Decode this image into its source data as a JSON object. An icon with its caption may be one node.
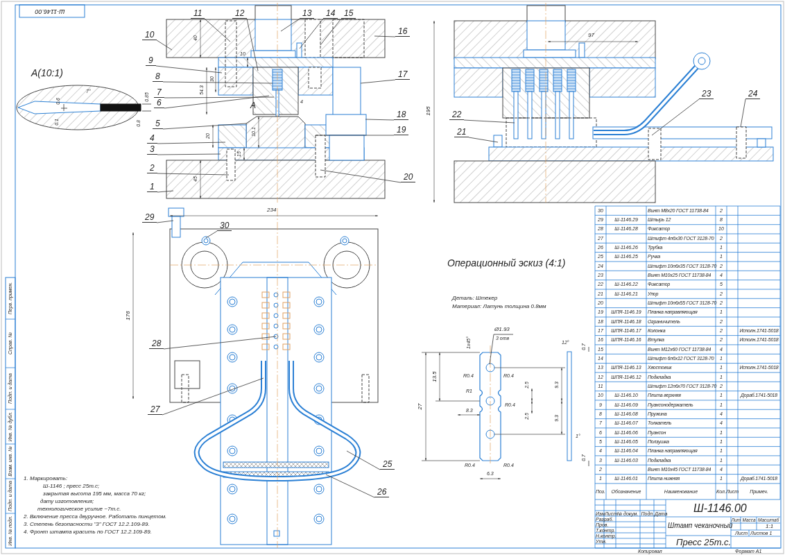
{
  "diagram": {
    "nodes": [
      {
        "text": [
          "1"
        ]
      },
      {
        "text": [
          "2"
        ]
      },
      {
        "text": [
          "3"
        ]
      },
      {
        "text": [
          "4"
        ]
      },
      {
        "text": [
          "5"
        ]
      },
      {
        "text": [
          "6"
        ]
      },
      {
        "text": [
          "7"
        ]
      },
      {
        "text": [
          "8"
        ]
      },
      {
        "text": [
          "9"
        ]
      },
      {
        "text": [
          "10"
        ]
      },
      {
        "text": [
          "11"
        ]
      },
      {
        "text": [
          "12"
        ]
      },
      {
        "text": [
          "13"
        ]
      },
      {
        "text": [
          "14"
        ]
      },
      {
        "text": [
          "15"
        ]
      },
      {
        "text": [
          "16"
        ]
      },
      {
        "text": [
          "17"
        ]
      },
      {
        "text": [
          "18"
        ]
      },
      {
        "text": [
          "19"
        ]
      },
      {
        "text": [
          "20"
        ]
      },
      {
        "text": [
          "21"
        ]
      },
      {
        "text": [
          "22"
        ]
      },
      {
        "text": [
          "23"
        ]
      },
      {
        "text": [
          "24"
        ]
      },
      {
        "text": [
          "25"
        ]
      },
      {
        "text": [
          "26"
        ]
      },
      {
        "text": [
          "27"
        ]
      },
      {
        "text": [
          "28"
        ]
      },
      {
        "text": [
          "29"
        ]
      },
      {
        "text": [
          "30"
        ]
      }
    ],
    "edges": [
      {
        "from": 0,
        "to": null,
        "arrow": "none"
      },
      {
        "from": 1,
        "to": null,
        "arrow": "none"
      },
      {
        "from": 2,
        "to": null,
        "arrow": "none"
      },
      {
        "from": 3,
        "to": null,
        "arrow": "none"
      },
      {
        "from": 4,
        "to": null,
        "arrow": "none"
      },
      {
        "from": 5,
        "to": null,
        "arrow": "none"
      },
      {
        "from": 6,
        "to": null,
        "arrow": "none"
      },
      {
        "from": 7,
        "to": null,
        "arrow": "none"
      },
      {
        "from": 8,
        "to": null,
        "arrow": "none"
      },
      {
        "from": 9,
        "to": null,
        "arrow": "none"
      },
      {
        "from": 10,
        "to": null,
        "arrow": "none"
      },
      {
        "from": 11,
        "to": null,
        "arrow": "none"
      },
      {
        "from": 12,
        "to": null,
        "arrow": "none"
      },
      {
        "from": 13,
        "to": null,
        "arrow": "none"
      },
      {
        "from": 14,
        "to": null,
        "arrow": "none"
      },
      {
        "from": 15,
        "to": null,
        "arrow": "none"
      },
      {
        "from": 16,
        "to": null,
        "arrow": "none"
      },
      {
        "from": 17,
        "to": null,
        "arrow": "none"
      },
      {
        "from": 18,
        "to": null,
        "arrow": "none"
      },
      {
        "from": 19,
        "to": null,
        "arrow": "none"
      },
      {
        "from": 20,
        "to": null,
        "arrow": "none"
      },
      {
        "from": 21,
        "to": null,
        "arrow": "none"
      },
      {
        "from": 22,
        "to": null,
        "arrow": "none"
      },
      {
        "from": 23,
        "to": null,
        "arrow": "none"
      },
      {
        "from": 24,
        "to": null,
        "arrow": "none"
      },
      {
        "from": 25,
        "to": null,
        "arrow": "none"
      },
      {
        "from": 26,
        "to": null,
        "arrow": "none"
      },
      {
        "from": 27,
        "to": null,
        "arrow": "none"
      },
      {
        "from": 28,
        "to": null,
        "arrow": "none"
      },
      {
        "from": 29,
        "to": null,
        "arrow": "none"
      }
    ],
    "labels": [
      "Ш-1146.00",
      "A(10:1)",
      "0.6",
      "0.1",
      "7°",
      "0.85",
      "0.8",
      "40",
      "10",
      "30",
      "54.3",
      "4",
      "A",
      "20",
      "10.1",
      "15",
      "45",
      "97",
      "195",
      "234",
      "176",
      "Операционный эскиз (4:1)",
      "Деталь: Штекер",
      "Материал: Латунь толщина 0.8мм",
      "Ø1.93",
      "3 отв",
      "1х45°",
      "13.5",
      "27",
      "R0.4",
      "R0.4",
      "R1",
      "R0.4",
      "2.5",
      "9.3",
      "2.5",
      "9.3",
      "8.3",
      "R0.4",
      "R0.4",
      "6.3",
      "12°",
      "0.7",
      "1°",
      "0.7",
      "1. Маркировать:",
      "Ш-1146 ; пресс 25т.с;",
      "закрытая высота 195 мм, масса 70 кг;",
      "дату изготовления;",
      "технологическое усилие ~7т.с.",
      "2. Включение пресса двуручное. Работать пинцетом.",
      "3. Степень безопасности \"3\" ГОСТ 12.2.109-89.",
      "4. Фронт штампа красить по ГОСТ 12.2.109-89.",
      "30",
      "Винт М8х20 ГОСТ 11738-84",
      "2",
      "29",
      "Ш-1146.29",
      "Штырь 12",
      "8",
      "28",
      "Ш-1146.28",
      "Фиксатор",
      "10",
      "27",
      "Штифт 4п6х30 ГОСТ 3128-70",
      "2",
      "26",
      "Ш-1146.26",
      "Трубка",
      "1",
      "25",
      "Ш-1146.25",
      "Ручка",
      "1",
      "24",
      "Штифт 10п6х35 ГОСТ 3128-70",
      "2",
      "23",
      "Винт М10х25 ГОСТ 11738-84",
      "4",
      "22",
      "Ш-1146.22",
      "Фиксатор",
      "5",
      "21",
      "Ш-1146.21",
      "Упор",
      "2",
      "20",
      "Штифт 10п6х55 ГОСТ 3128-70",
      "2",
      "19",
      "ШПЯ-1146.19",
      "Планка направляющая",
      "1",
      "18",
      "ШПЯ-1146.18",
      "Ограничитель",
      "2",
      "17",
      "ШПЯ-1146.17",
      "Колонка",
      "2",
      "Исполн.1741-5018",
      "16",
      "ШПЯ-1146.16",
      "Втулка",
      "2",
      "Исполн.1741-5018",
      "15",
      "Винт М12х60 ГОСТ 11738-84",
      "4",
      "14",
      "Штифт 6п6х12 ГОСТ 3128-70",
      "1",
      "13",
      "ШПЯ-1146.13",
      "Хвостовик",
      "1",
      "Исполн.1741-5018",
      "12",
      "ШПЯ-1146.12",
      "Подкладка",
      "1",
      "11",
      "Штифт 12п6х70 ГОСТ 3128-70",
      "2",
      "10",
      "Ш-1146.10",
      "Плита верхняя",
      "1",
      "Дораб.1741-5018",
      "9",
      "Ш-1146.09",
      "Пуансонодержатель",
      "1",
      "8",
      "Ш-1146.08",
      "Пружина",
      "4",
      "7",
      "Ш-1146.07",
      "Толкатель",
      "4",
      "6",
      "Ш-1146.06",
      "Пуансон",
      "1",
      "5",
      "Ш-1146.05",
      "Ползушка",
      "1",
      "4",
      "Ш-1146.04",
      "Планка направляющая",
      "1",
      "3",
      "Ш-1146.03",
      "Подкладка",
      "1",
      "2",
      "Винт М10х45 ГОСТ 11738-84",
      "4",
      "1",
      "Ш-1146.01",
      "Плита нижняя",
      "1",
      "Дораб.1741-5018",
      "Поз.",
      "Обозначение",
      "Наименование",
      "Кол.",
      "Лист",
      "Примеч.",
      "Ш-1146.00",
      "Изм",
      "Лист",
      "№ докум.",
      "Подп.",
      "Дата",
      "Разраб.",
      "Пров.",
      "Т.контр.",
      "Н.контр.",
      "Утв.",
      "Штамп чеканочный",
      "Лит",
      "Масса",
      "Масштаб",
      "1:1",
      "Лист",
      "Листов 1",
      "Пресс 25т.с.",
      "Копировал",
      "Формат A1",
      "Перв. примен.",
      "Справ. №",
      "Подп. и дата",
      "Инв. № дубл.",
      "Взам. инв. №",
      "Подп. и дата",
      "Инв. № подл."
    ]
  }
}
